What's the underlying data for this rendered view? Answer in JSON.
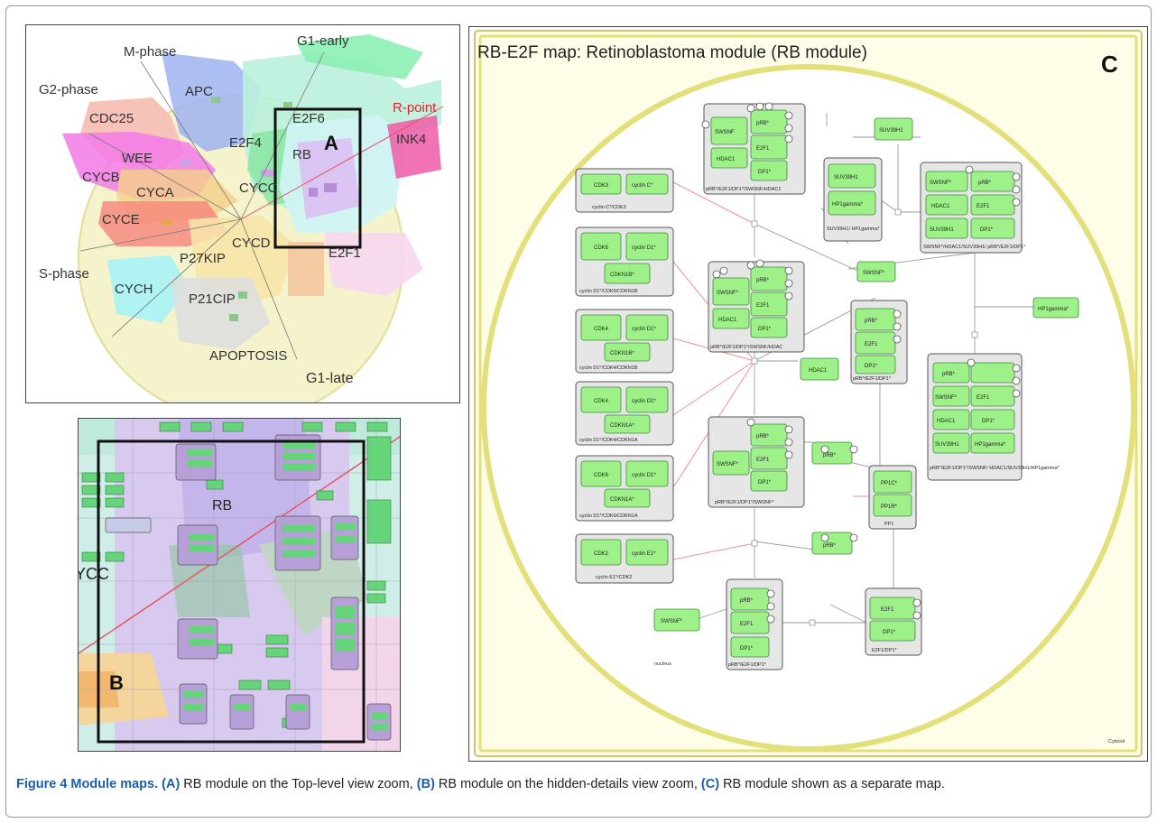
{
  "panel_a": {
    "labels": [
      "G1-early",
      "M-phase",
      "G2-phase",
      "R-point",
      "APC",
      "CDC25",
      "E2F6",
      "INK4",
      "E2F4",
      "WEE",
      "RB",
      "CYCB",
      "CYCA",
      "CYCC",
      "CYCE",
      "CYCD",
      "E2F1",
      "P27KIP",
      "S-phase",
      "CYCH",
      "P21CIP",
      "APOPTOSIS",
      "G1-late"
    ],
    "marker": "A"
  },
  "panel_b": {
    "labels": [
      "RB",
      "YCC"
    ],
    "marker": "B"
  },
  "panel_c": {
    "title": "RB-E2F map: Retinoblastoma module (RB module)",
    "marker": "C",
    "compartments": {
      "nucleus": "nucleus",
      "cytosol": "Cytosol"
    },
    "complexes": [
      {
        "id": "c1",
        "caption": "cyclin C*/CDK3",
        "members": [
          "CDK3",
          "cyclin C*"
        ]
      },
      {
        "id": "c2",
        "caption": "cyclin D1*/CDK6/CDKN1B",
        "members": [
          "CDK6",
          "cyclin D1*",
          "CDKN1B*"
        ]
      },
      {
        "id": "c3",
        "caption": "cyclin D1*/CDK4/CDKN1B",
        "members": [
          "CDK4",
          "cyclin D1*",
          "CDKN1B*"
        ]
      },
      {
        "id": "c4",
        "caption": "cyclin D1*/CDK4/CDKN1A",
        "members": [
          "CDK4",
          "cyclin D1*",
          "CDKN1A*"
        ]
      },
      {
        "id": "c5",
        "caption": "cyclin D1*/CDK6/CDKN1A",
        "members": [
          "CDK6",
          "cyclin D1*",
          "CDKN1A*"
        ]
      },
      {
        "id": "c6",
        "caption": "cyclin E1*/CDK2",
        "members": [
          "CDK2",
          "cyclin E1*"
        ]
      },
      {
        "id": "c7",
        "caption": "pRB*/E2F1/DP1*/SWSNF/HDAC1",
        "members": [
          "pRB*",
          "SWSNF",
          "E2F1",
          "HDAC1",
          "DP1*"
        ]
      },
      {
        "id": "c8",
        "caption": "pRB*/E2F1/DP1*/SWSNF/HDAC",
        "members": [
          "pRB*",
          "SWSNF*",
          "E2F1",
          "HDAC1",
          "DP1*"
        ]
      },
      {
        "id": "c9",
        "caption": "pRB*/E2F1/DP1*/SWSNF*",
        "members": [
          "pRB*",
          "SWSNF*",
          "E2F1",
          "DP1*"
        ]
      },
      {
        "id": "c10",
        "caption": "pRB*/E2F1/DP1*",
        "members": [
          "pRB*",
          "E2F1",
          "DP1*"
        ]
      },
      {
        "id": "c11",
        "caption": "pRB*/E2F1/DP1*",
        "members": [
          "pRB*",
          "E2F1",
          "DP1*"
        ]
      },
      {
        "id": "c12",
        "caption": "SUV39H1/ HP1gamma*",
        "members": [
          "SUV39H1",
          "HP1gamma*"
        ]
      },
      {
        "id": "c13",
        "caption": "SWSNF*/HDAC1/SUV39H1/ pRB*/E2F1/DP1*",
        "members": [
          "SWSNF*",
          "pRB*",
          "HDAC1",
          "E2F1",
          "SUV39H1",
          "DP1*"
        ]
      },
      {
        "id": "c14",
        "caption": "pRB*/E2F1/DP1*/SWSNF/ HDAC1/SUV39H1/HP1gamma*",
        "members": [
          "pRB*",
          "SWSNF*",
          "E2F1",
          "HDAC1",
          "DP1*",
          "SUV39H1",
          "HP1gamma*"
        ]
      },
      {
        "id": "c15",
        "caption": "PP1",
        "members": [
          "PP1C*",
          "PP1R*"
        ]
      },
      {
        "id": "c16",
        "caption": "E2F1/DP1*",
        "members": [
          "E2F1",
          "DP1*"
        ]
      }
    ],
    "free_species": [
      "SUV39H1",
      "SWSNF*",
      "HDAC1",
      "HP1gamma*",
      "pRB*",
      "pRB*",
      "SWSNF*"
    ]
  },
  "caption": {
    "figure_label": "Figure 4 Module maps.",
    "a_label": "(A)",
    "a_text": " RB module on the Top-level view zoom, ",
    "b_label": "(B)",
    "b_text": " RB module on the hidden-details view zoom, ",
    "c_label": "(C)",
    "c_text": " RB module shown as a separate map."
  },
  "colors": {
    "species_fill": "#9ef089",
    "complex_fill": "#e6e6e6",
    "cell_border": "#e3df7a",
    "inhibition": "#f08a8a",
    "rpoint": "#e8202a",
    "caption_accent": "#1d5fa6"
  }
}
